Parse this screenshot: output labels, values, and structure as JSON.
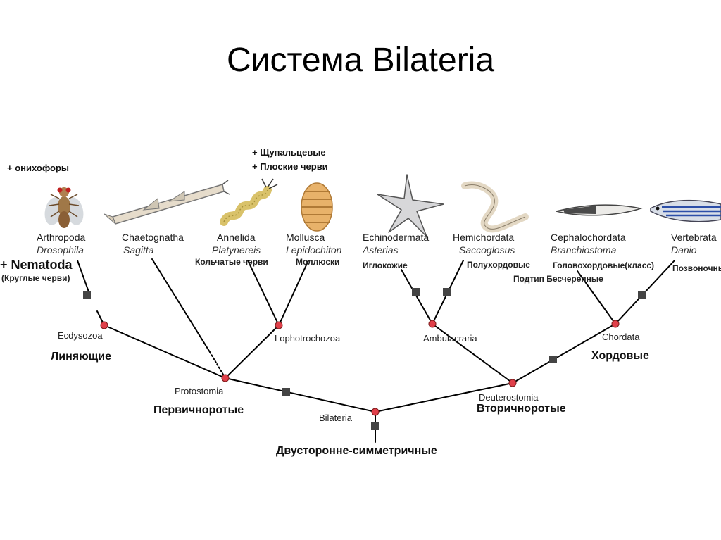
{
  "slide": {
    "title": "Система Bilateria"
  },
  "taxa": {
    "arthropoda": {
      "name": "Arthropoda",
      "genus": "Drosophila"
    },
    "chaetognatha": {
      "name": "Chaetognatha",
      "genus": "Sagitta"
    },
    "annelida": {
      "name": "Annelida",
      "genus": "Platynereis",
      "ru": "Кольчатые черви"
    },
    "mollusca": {
      "name": "Mollusca",
      "genus": "Lepidochiton",
      "ru": "Моллюски"
    },
    "echinodermata": {
      "name": "Echinodermata",
      "genus": "Asterias",
      "ru": "Иглокожие"
    },
    "hemichordata": {
      "name": "Hemichordata",
      "genus": "Saccoglosus",
      "ru": "Полухордовые"
    },
    "cephalochordata": {
      "name": "Cephalochordata",
      "genus": "Branchiostoma",
      "ru": "Головохордовые(класс)"
    },
    "vertebrata": {
      "name": "Vertebrata",
      "genus": "Danio",
      "ru": "Позвоночные"
    }
  },
  "notes": {
    "onychophora": "+ онихофоры",
    "tentaculata": "+ Щупальцевые",
    "flatworms": "+ Плоские черви",
    "nematoda": "+ Nematoda",
    "roundworms": "(Круглые черви)",
    "subphylum_craniata": "Подтип Бесчерепные"
  },
  "nodes": {
    "ecdysozoa": {
      "name": "Ecdysozoa",
      "ru": "Линяющие"
    },
    "lophotrochozoa": {
      "name": "Lophotrochozoa"
    },
    "protostomia": {
      "name": "Protostomia",
      "ru": "Первичноротые"
    },
    "ambulacraria": {
      "name": "Ambulacraria"
    },
    "chordata": {
      "name": "Chordata",
      "ru": "Хордовые"
    },
    "deuterostomia": {
      "name": "Deuterostomia",
      "ru": "Вторичноротые"
    },
    "bilateria": {
      "name": "Bilateria",
      "ru": "Двусторонне-симметричные"
    }
  },
  "icons": [
    "fly-icon",
    "arrow-worm-icon",
    "bristle-worm-icon",
    "chiton-icon",
    "starfish-icon",
    "acorn-worm-icon",
    "lancelet-icon",
    "zebrafish-icon"
  ],
  "colors": {
    "node": "#e0404a",
    "branch": "#000000",
    "marker": "#444444"
  }
}
